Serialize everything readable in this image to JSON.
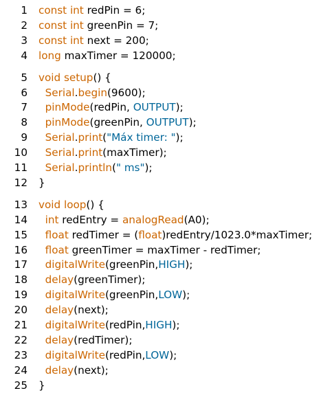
{
  "editor": {
    "colors": {
      "keyword": "#cc6600",
      "function": "#cc6600",
      "constant": "#006699",
      "string": "#006699",
      "plain": "#000000",
      "background": "#ffffff"
    },
    "lines": [
      {
        "number": "1",
        "tokens": [
          {
            "t": "kw",
            "v": "const int"
          },
          {
            "t": "plain",
            "v": " redPin = 6;"
          }
        ]
      },
      {
        "number": "2",
        "tokens": [
          {
            "t": "kw",
            "v": "const int"
          },
          {
            "t": "plain",
            "v": " greenPin = 7;"
          }
        ]
      },
      {
        "number": "3",
        "tokens": [
          {
            "t": "kw",
            "v": "const int"
          },
          {
            "t": "plain",
            "v": " next = 200;"
          }
        ]
      },
      {
        "number": "4",
        "tokens": [
          {
            "t": "kw",
            "v": "long"
          },
          {
            "t": "plain",
            "v": " maxTimer = 120000;"
          }
        ]
      },
      {
        "number": "5",
        "tokens": [
          {
            "t": "kw",
            "v": "void"
          },
          {
            "t": "plain",
            "v": " "
          },
          {
            "t": "fn",
            "v": "setup"
          },
          {
            "t": "plain",
            "v": "() {"
          }
        ]
      },
      {
        "number": "6",
        "tokens": [
          {
            "t": "plain",
            "v": "  "
          },
          {
            "t": "fn",
            "v": "Serial"
          },
          {
            "t": "plain",
            "v": "."
          },
          {
            "t": "fn",
            "v": "begin"
          },
          {
            "t": "plain",
            "v": "(9600);"
          }
        ]
      },
      {
        "number": "7",
        "tokens": [
          {
            "t": "plain",
            "v": "  "
          },
          {
            "t": "fn",
            "v": "pinMode"
          },
          {
            "t": "plain",
            "v": "(redPin, "
          },
          {
            "t": "const",
            "v": "OUTPUT"
          },
          {
            "t": "plain",
            "v": ");"
          }
        ]
      },
      {
        "number": "8",
        "tokens": [
          {
            "t": "plain",
            "v": "  "
          },
          {
            "t": "fn",
            "v": "pinMode"
          },
          {
            "t": "plain",
            "v": "(greenPin, "
          },
          {
            "t": "const",
            "v": "OUTPUT"
          },
          {
            "t": "plain",
            "v": ");"
          }
        ]
      },
      {
        "number": "9",
        "tokens": [
          {
            "t": "plain",
            "v": "  "
          },
          {
            "t": "fn",
            "v": "Serial"
          },
          {
            "t": "plain",
            "v": "."
          },
          {
            "t": "fn",
            "v": "print"
          },
          {
            "t": "plain",
            "v": "("
          },
          {
            "t": "str",
            "v": "\"Máx timer: \""
          },
          {
            "t": "plain",
            "v": ");"
          }
        ]
      },
      {
        "number": "10",
        "tokens": [
          {
            "t": "plain",
            "v": "  "
          },
          {
            "t": "fn",
            "v": "Serial"
          },
          {
            "t": "plain",
            "v": "."
          },
          {
            "t": "fn",
            "v": "print"
          },
          {
            "t": "plain",
            "v": "(maxTimer);"
          }
        ]
      },
      {
        "number": "11",
        "tokens": [
          {
            "t": "plain",
            "v": "  "
          },
          {
            "t": "fn",
            "v": "Serial"
          },
          {
            "t": "plain",
            "v": "."
          },
          {
            "t": "fn",
            "v": "println"
          },
          {
            "t": "plain",
            "v": "("
          },
          {
            "t": "str",
            "v": "\" ms\""
          },
          {
            "t": "plain",
            "v": ");"
          }
        ]
      },
      {
        "number": "12",
        "tokens": [
          {
            "t": "plain",
            "v": "}"
          }
        ]
      },
      {
        "number": "13",
        "tokens": [
          {
            "t": "kw",
            "v": "void"
          },
          {
            "t": "plain",
            "v": " "
          },
          {
            "t": "fn",
            "v": "loop"
          },
          {
            "t": "plain",
            "v": "() {"
          }
        ]
      },
      {
        "number": "14",
        "tokens": [
          {
            "t": "plain",
            "v": "  "
          },
          {
            "t": "kw",
            "v": "int"
          },
          {
            "t": "plain",
            "v": " redEntry = "
          },
          {
            "t": "fn",
            "v": "analogRead"
          },
          {
            "t": "plain",
            "v": "(A0);"
          }
        ]
      },
      {
        "number": "15",
        "tokens": [
          {
            "t": "plain",
            "v": "  "
          },
          {
            "t": "kw",
            "v": "float"
          },
          {
            "t": "plain",
            "v": " redTimer = ("
          },
          {
            "t": "kw",
            "v": "float"
          },
          {
            "t": "plain",
            "v": ")redEntry/1023.0*maxTimer;"
          }
        ]
      },
      {
        "number": "16",
        "tokens": [
          {
            "t": "plain",
            "v": "  "
          },
          {
            "t": "kw",
            "v": "float"
          },
          {
            "t": "plain",
            "v": " greenTimer = maxTimer - redTimer;"
          }
        ]
      },
      {
        "number": "17",
        "tokens": [
          {
            "t": "plain",
            "v": "  "
          },
          {
            "t": "fn",
            "v": "digitalWrite"
          },
          {
            "t": "plain",
            "v": "(greenPin,"
          },
          {
            "t": "const",
            "v": "HIGH"
          },
          {
            "t": "plain",
            "v": ");"
          }
        ]
      },
      {
        "number": "18",
        "tokens": [
          {
            "t": "plain",
            "v": "  "
          },
          {
            "t": "fn",
            "v": "delay"
          },
          {
            "t": "plain",
            "v": "(greenTimer);"
          }
        ]
      },
      {
        "number": "19",
        "tokens": [
          {
            "t": "plain",
            "v": "  "
          },
          {
            "t": "fn",
            "v": "digitalWrite"
          },
          {
            "t": "plain",
            "v": "(greenPin,"
          },
          {
            "t": "const",
            "v": "LOW"
          },
          {
            "t": "plain",
            "v": ");"
          }
        ]
      },
      {
        "number": "20",
        "tokens": [
          {
            "t": "plain",
            "v": "  "
          },
          {
            "t": "fn",
            "v": "delay"
          },
          {
            "t": "plain",
            "v": "(next);"
          }
        ]
      },
      {
        "number": "21",
        "tokens": [
          {
            "t": "plain",
            "v": "  "
          },
          {
            "t": "fn",
            "v": "digitalWrite"
          },
          {
            "t": "plain",
            "v": "(redPin,"
          },
          {
            "t": "const",
            "v": "HIGH"
          },
          {
            "t": "plain",
            "v": ");"
          }
        ]
      },
      {
        "number": "22",
        "tokens": [
          {
            "t": "plain",
            "v": "  "
          },
          {
            "t": "fn",
            "v": "delay"
          },
          {
            "t": "plain",
            "v": "(redTimer);"
          }
        ]
      },
      {
        "number": "23",
        "tokens": [
          {
            "t": "plain",
            "v": "  "
          },
          {
            "t": "fn",
            "v": "digitalWrite"
          },
          {
            "t": "plain",
            "v": "(redPin,"
          },
          {
            "t": "const",
            "v": "LOW"
          },
          {
            "t": "plain",
            "v": ");"
          }
        ]
      },
      {
        "number": "24",
        "tokens": [
          {
            "t": "plain",
            "v": "  "
          },
          {
            "t": "fn",
            "v": "delay"
          },
          {
            "t": "plain",
            "v": "(next);"
          }
        ]
      },
      {
        "number": "25",
        "tokens": [
          {
            "t": "plain",
            "v": "}"
          }
        ]
      }
    ]
  }
}
